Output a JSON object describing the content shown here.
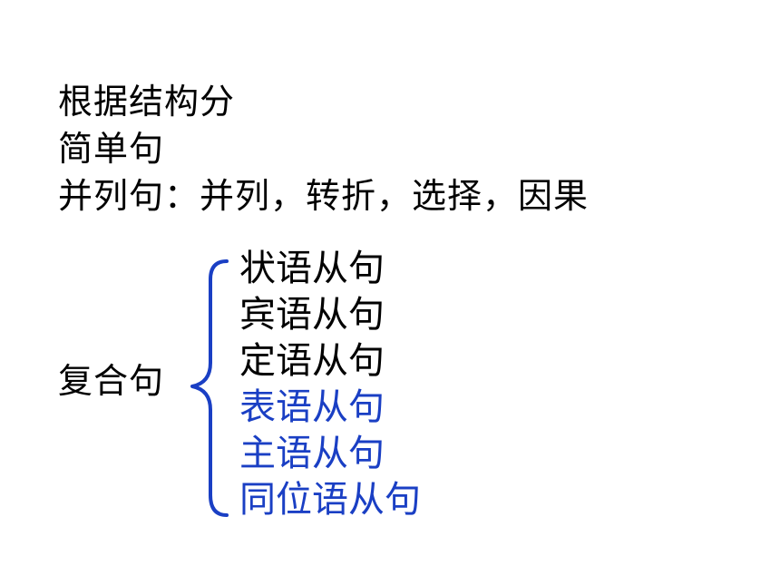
{
  "slide": {
    "heading": "根据结构分",
    "simple_sentence": "简单句",
    "compound_sentence": "并列句：并列，转折，选择，因果",
    "complex_sentence": "复合句",
    "clauses": [
      {
        "label": "状语从句",
        "color": "#000000"
      },
      {
        "label": "宾语从句",
        "color": "#000000"
      },
      {
        "label": "定语从句",
        "color": "#000000"
      },
      {
        "label": "表语从句",
        "color": "#1a3fc4"
      },
      {
        "label": "主语从句",
        "color": "#1a3fc4"
      },
      {
        "label": "同位语从句",
        "color": "#1a3fc4"
      }
    ],
    "brace_color": "#1a3fc4"
  }
}
